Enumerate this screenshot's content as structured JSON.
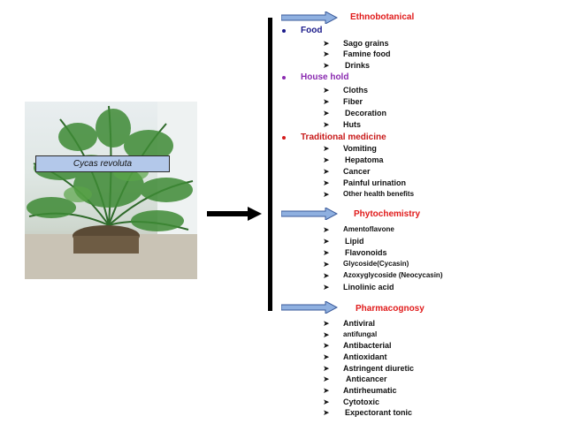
{
  "photo": {
    "caption": "Cycas revoluta"
  },
  "sections": [
    {
      "title": "Ethnobotanical",
      "groups": [
        {
          "name": "Food",
          "color": "#1a1a8a",
          "bullet": "#1a1a8a",
          "items": [
            "Sago grains",
            "Famine food",
            "Drinks"
          ]
        },
        {
          "name": "House hold",
          "color": "#8a2ab0",
          "bullet": "#8a2ab0",
          "items": [
            "Cloths",
            "Fiber",
            "Decoration",
            "Huts"
          ]
        },
        {
          "name": "Traditional medicine",
          "color": "#c81a1a",
          "bullet": "#d41a1a",
          "items": [
            "Vomiting",
            "Hepatoma",
            "Cancer",
            "Painful urination",
            "Other health benefits"
          ]
        }
      ]
    },
    {
      "title": "Phytochemistry",
      "items": [
        "Amentoflavone",
        "Lipid",
        "Flavonoids",
        "Glycoside(Cycasin)",
        "Azoxyglycoside  (Neocycasin)",
        "Linolinic acid"
      ]
    },
    {
      "title": "Pharmacognosy",
      "items": [
        "Antiviral",
        "antifungal",
        "Antibacterial",
        "Antioxidant",
        "Astringent diuretic",
        "Anticancer",
        "Antirheumatic",
        "Cytotoxic",
        "Expectorant tonic"
      ]
    }
  ],
  "colors": {
    "heading": "#e01a1a",
    "arrow_fill": "#8fb0e0",
    "arrow_stroke": "#3a5a9a"
  }
}
